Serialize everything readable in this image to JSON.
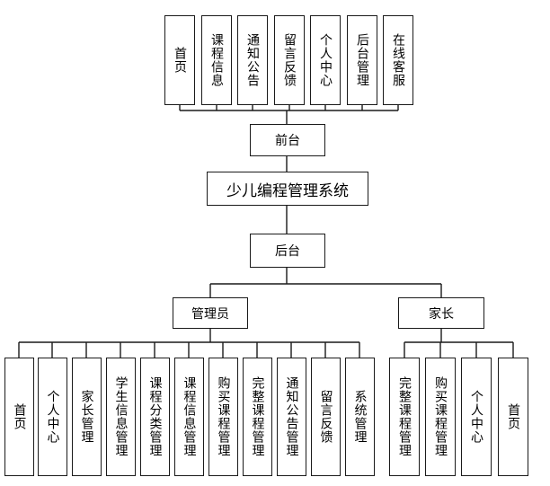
{
  "front_nodes": [
    "首页",
    "课程信息",
    "通知公告",
    "留言反馈",
    "个人中心",
    "后台管理",
    "在线客服"
  ],
  "front_label": "前台",
  "system_title": "少儿编程管理系统",
  "back_label": "后台",
  "admin_label": "管理员",
  "parent_label": "家长",
  "admin_nodes": [
    "首页",
    "个人中心",
    "家长管理",
    "学生信息管理",
    "课程分类管理",
    "课程信息管理",
    "购买课程管理",
    "完整课程管理",
    "通知公告管理",
    "留言反馈",
    "系统管理"
  ],
  "parent_nodes": [
    "完整课程管理",
    "购买课程管理",
    "个人中心",
    "首页"
  ],
  "colors": {
    "line": "#1a1a1a",
    "background": "#ffffff"
  }
}
